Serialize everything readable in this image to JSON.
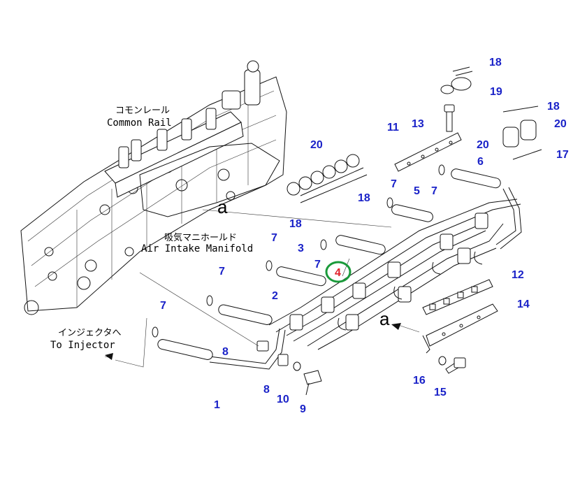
{
  "labels": {
    "common_rail_jp": "コモンレール",
    "common_rail_en": "Common Rail",
    "air_intake_jp": "吸気マニホールド",
    "air_intake_en": "Air Intake Manifold",
    "injector_jp": "インジェクタへ",
    "injector_en": "To Injector",
    "ref_a": "a"
  },
  "callouts": [
    "1",
    "2",
    "3",
    "4",
    "5",
    "6",
    "7",
    "8",
    "9",
    "10",
    "11",
    "12",
    "13",
    "14",
    "15",
    "16",
    "17",
    "18",
    "19",
    "20"
  ],
  "highlighted_part": "4",
  "colors": {
    "callout": "#1a22c8",
    "highlight_ring": "#1a9a3a",
    "highlight_text": "#e0202a"
  }
}
